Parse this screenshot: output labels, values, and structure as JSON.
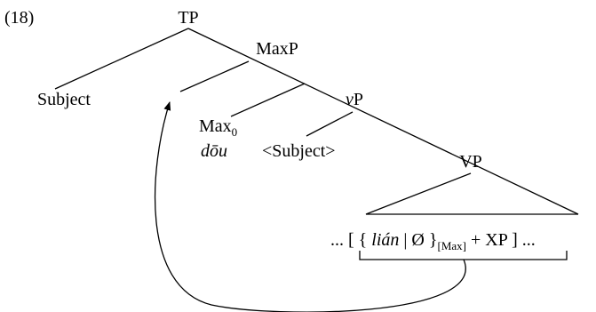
{
  "example_number": "(18)",
  "nodes": {
    "tp": "TP",
    "maxp": "MaxP",
    "subject": "Subject",
    "max0_base": "Max",
    "max0_sub": "0",
    "dou": "dōu",
    "subject_trace": "<Subject>",
    "vp_small_v": "v",
    "vp_small_p": "P",
    "vp": "VP"
  },
  "bottom_string": {
    "open_dots": "...",
    "open_bracket": "[",
    "open_brace": "{",
    "lian": "lián",
    "bar": "|",
    "empty": "Ø",
    "close_brace": "}",
    "max_subscript": "[Max]",
    "plus_xp": "+ XP",
    "close_bracket": "]",
    "close_dots": "..."
  }
}
